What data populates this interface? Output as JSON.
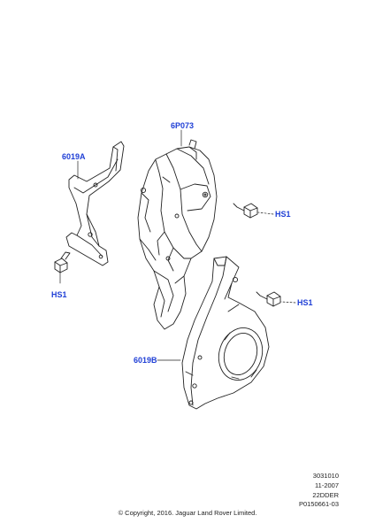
{
  "callouts": {
    "upper_cover": "6P073",
    "bracket": "6019A",
    "bracket_bolt": "HS1",
    "upper_bolt": "HS1",
    "lower_bolt": "HS1",
    "lower_cover": "6019B"
  },
  "footer": {
    "line1": "3031010",
    "line2": "11-2007",
    "line3": "22DDER",
    "line4": "P0150661-03",
    "copyright": "© Copyright, 2016. Jaguar Land Rover Limited."
  },
  "colors": {
    "callout": "#1f3fd6",
    "line": "#222222"
  }
}
